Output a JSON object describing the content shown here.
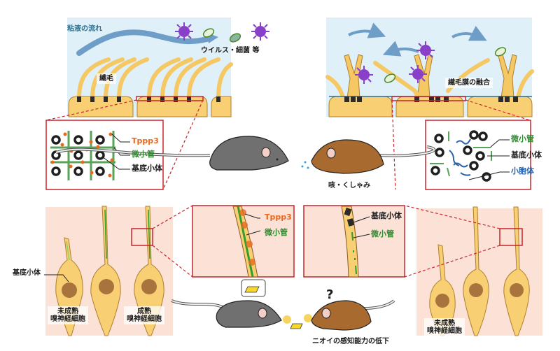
{
  "colors": {
    "mucus_bg": "#dff0f8",
    "cell_fill": "#f8cf72",
    "cell_stroke": "#b07f2e",
    "cilium": "#f5c863",
    "basal_body": "#2b2b2b",
    "tppp3": "#e8691e",
    "microtubule": "#2e8b2e",
    "vesicle": "#2a62a8",
    "zoom_border": "#c9252b",
    "neuron_panel_bg": "#fbe1d6",
    "neuron_fill": "#f8cf72",
    "nucleus": "#a8733c",
    "virus": "#8a3fc8",
    "bacteria": "#4a8a2a",
    "mouse_gray": "#707070",
    "mouse_brown": "#a96a30",
    "flow_arrow": "#6e9ec8"
  },
  "top_left_panel": {
    "mucus_flow_label": "粘液の流れ",
    "pathogen_label": "ウイルス・細菌 等",
    "cilia_label": "繊毛"
  },
  "top_right_panel": {
    "membrane_fusion_label": "繊毛膜の融合"
  },
  "inset_normal": {
    "tppp3_label": "Tppp3",
    "microtubule_label": "微小管",
    "basal_body_label": "基底小体"
  },
  "inset_knockout": {
    "microtubule_label": "微小管",
    "basal_body_label": "基底小体",
    "vesicle_label": "小胞体"
  },
  "middle": {
    "cough_sneeze_label": "咳・くしゃみ"
  },
  "bottom_left_panel": {
    "basal_body_label": "基底小体",
    "immature_label_line1": "未成熟",
    "immature_label_line2": "嗅神経細胞",
    "mature_label_line1": "成熟",
    "mature_label_line2": "嗅神経細胞"
  },
  "bottom_inset_normal": {
    "tppp3_label": "Tppp3",
    "microtubule_label": "微小管"
  },
  "bottom_inset_knockout": {
    "basal_body_label": "基底小体",
    "microtubule_label": "微小管"
  },
  "bottom_right_panel": {
    "immature_label_line1": "未成熟",
    "immature_label_line2": "嗅神経細胞"
  },
  "bottom_middle": {
    "smell_decline_label": "ニオイの感知能力の低下",
    "question_mark": "?"
  }
}
